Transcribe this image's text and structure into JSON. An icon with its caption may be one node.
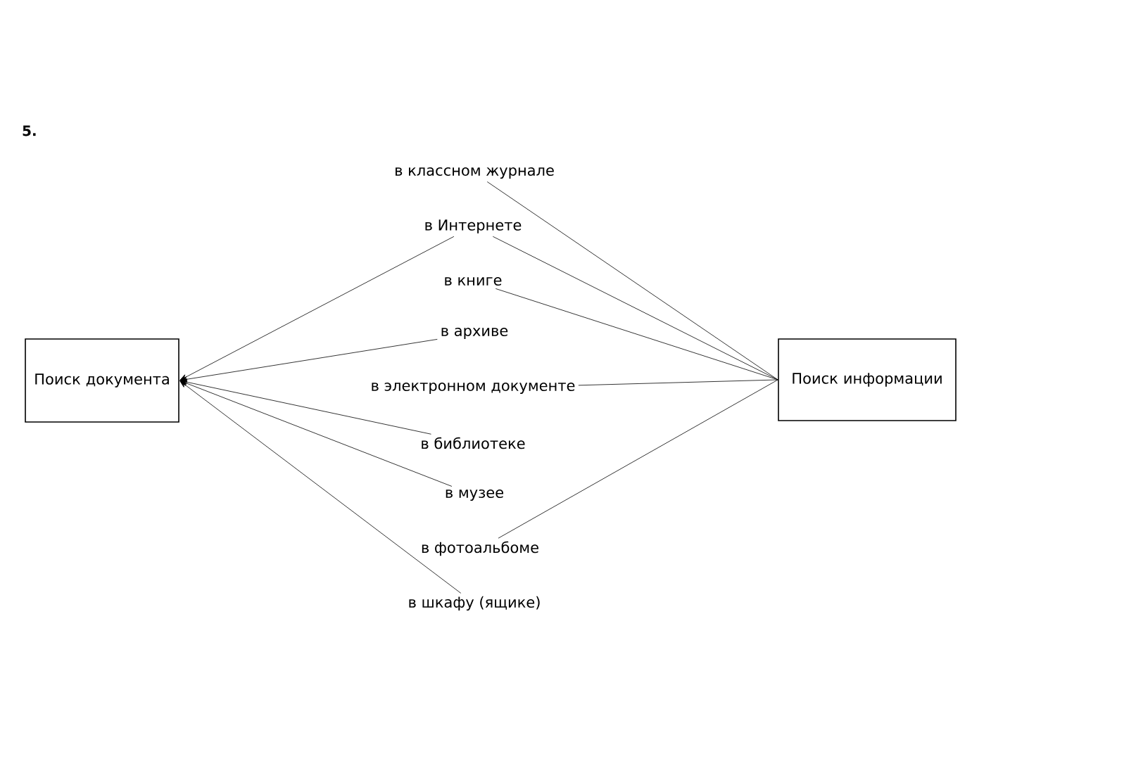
{
  "diagram": {
    "nodes": [
      {
        "text": [
          "Поиск документа"
        ]
      },
      {
        "text": [
          "Поиск информации"
        ]
      },
      {
        "text": [
          "в классном журнале"
        ]
      },
      {
        "text": [
          "в Интернете"
        ]
      },
      {
        "text": [
          "в книге"
        ]
      },
      {
        "text": [
          "в архиве"
        ]
      },
      {
        "text": [
          "в электронном документе"
        ]
      },
      {
        "text": [
          "в библиотеке"
        ]
      },
      {
        "text": [
          "в музее"
        ]
      },
      {
        "text": [
          "в фотоальбоме"
        ]
      },
      {
        "text": [
          "в шкафу (ящике)"
        ]
      }
    ],
    "edges": [
      {
        "from": 3,
        "to": 0,
        "arrow": "to"
      },
      {
        "from": 5,
        "to": 0,
        "arrow": "to"
      },
      {
        "from": 7,
        "to": 0,
        "arrow": "to"
      },
      {
        "from": 8,
        "to": 0,
        "arrow": "to"
      },
      {
        "from": 10,
        "to": 0,
        "arrow": "to"
      },
      {
        "from": 2,
        "to": 1,
        "arrow": "none"
      },
      {
        "from": 3,
        "to": 1,
        "arrow": "none"
      },
      {
        "from": 4,
        "to": 1,
        "arrow": "none"
      },
      {
        "from": 6,
        "to": 1,
        "arrow": "none"
      },
      {
        "from": 9,
        "to": 1,
        "arrow": "none"
      }
    ],
    "labels": [
      "5."
    ]
  }
}
